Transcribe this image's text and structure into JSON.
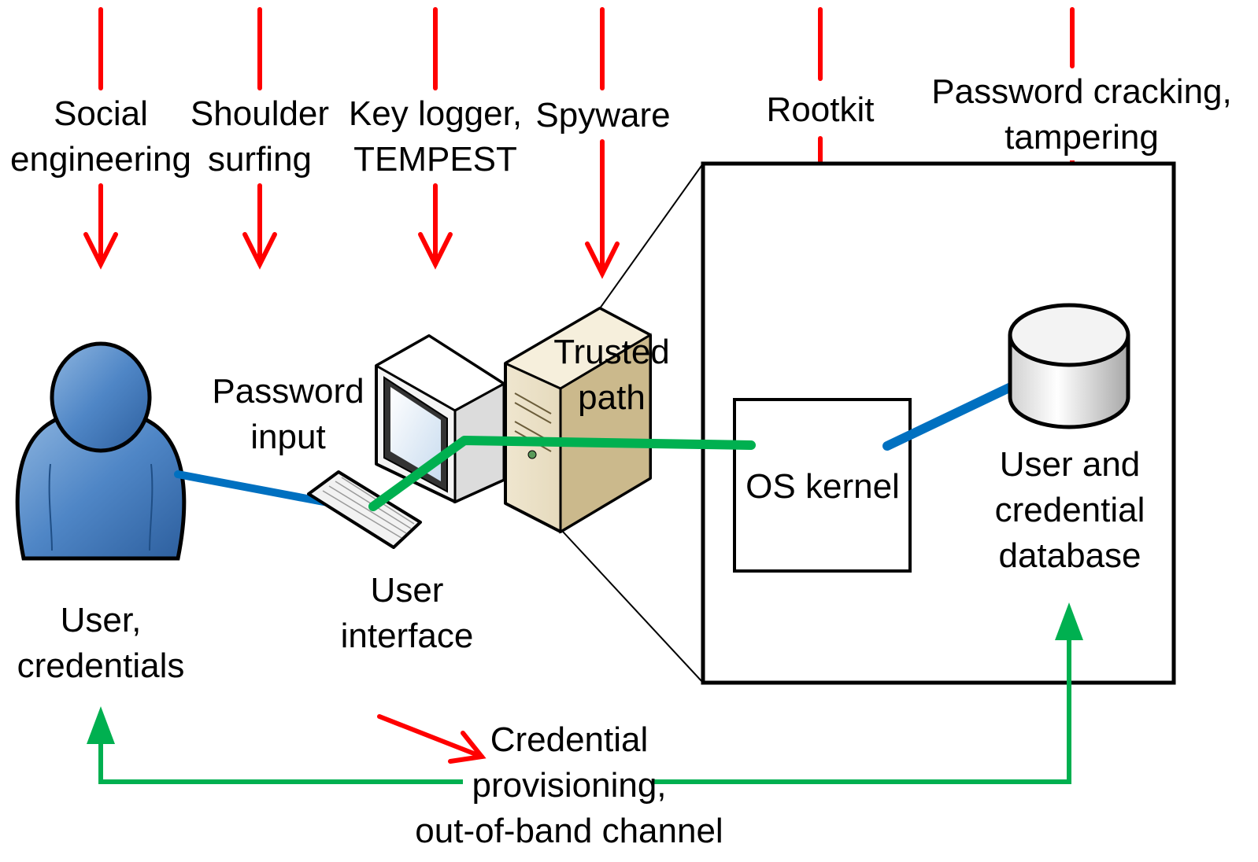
{
  "colors": {
    "attack": "#ff0000",
    "trusted": "#00b050",
    "user_link": "#0070c0",
    "outline": "#000000"
  },
  "attacks": {
    "social": [
      "Social",
      "engineering"
    ],
    "shoulder": [
      "Shoulder",
      "surfing"
    ],
    "keylogger": [
      "Key logger,",
      "TEMPEST"
    ],
    "spyware": [
      "Spyware"
    ],
    "rootkit": [
      "Rootkit"
    ],
    "cracking": [
      "Password cracking,",
      "tampering"
    ]
  },
  "labels": {
    "password_input": [
      "Password",
      "input"
    ],
    "trusted_path": [
      "Trusted",
      "path"
    ],
    "os_kernel": "OS kernel",
    "database": [
      "User and",
      "credential",
      "database"
    ],
    "user": [
      "User,",
      "credentials"
    ],
    "user_interface": [
      "User",
      "interface"
    ],
    "provisioning": [
      "Credential",
      "provisioning,",
      "out-of-band channel"
    ]
  },
  "icons": {
    "user": "person-icon",
    "computer": "desktop-computer-icon",
    "server": "server-icon",
    "database": "database-cylinder-icon"
  }
}
